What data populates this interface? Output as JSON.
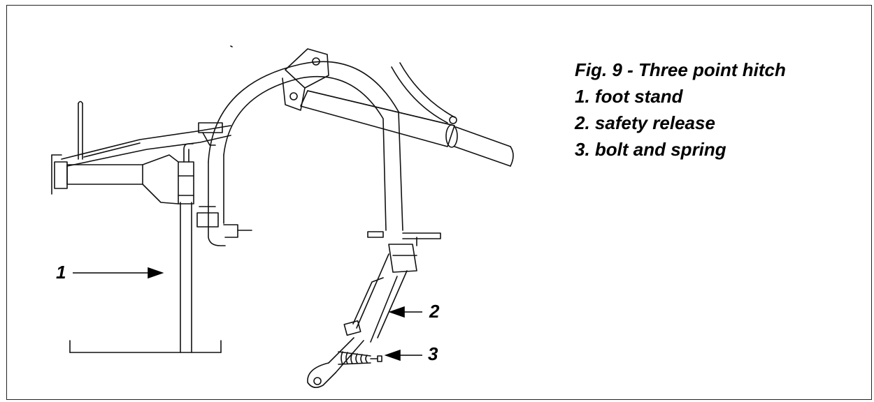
{
  "figure": {
    "title": "Fig. 9 - Three point hitch",
    "legend": [
      "1. foot stand",
      "2. safety release",
      "3. bolt and spring"
    ]
  },
  "callouts": {
    "foot_stand": "1",
    "safety_release": "2",
    "bolt_and_spring": "3"
  }
}
